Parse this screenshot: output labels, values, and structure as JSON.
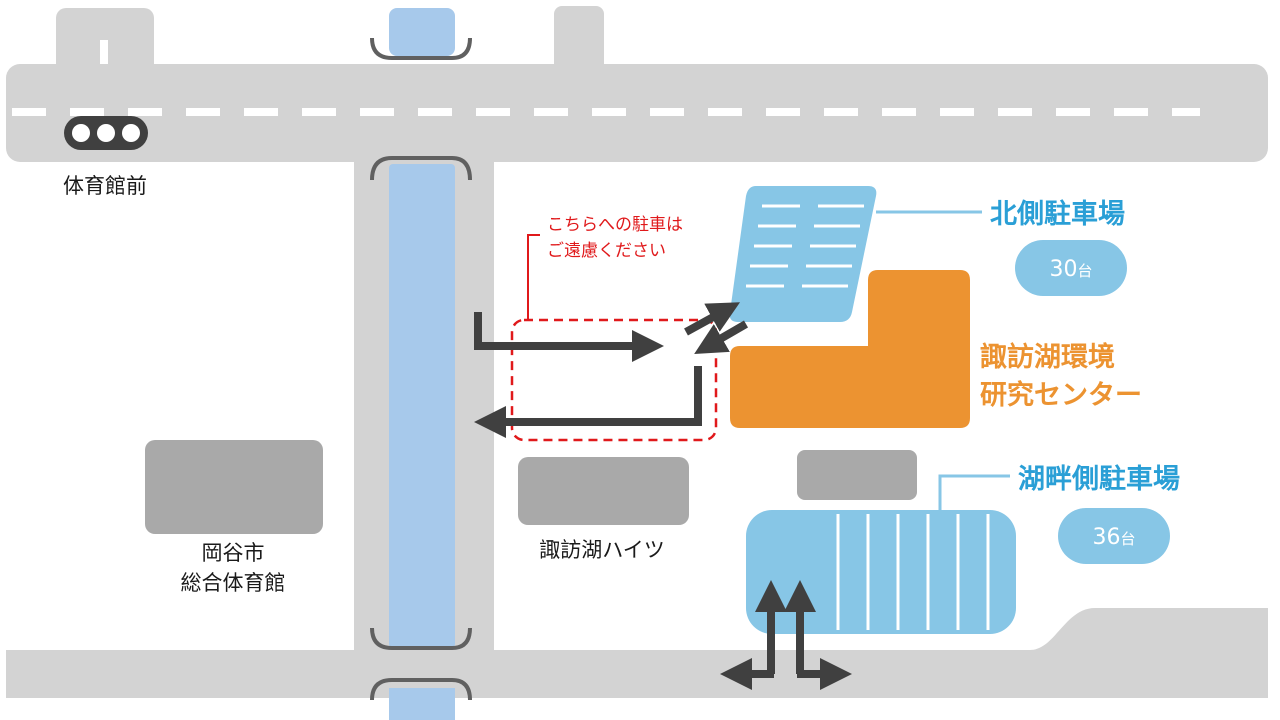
{
  "colors": {
    "road": "#d3d3d3",
    "building": "#a9a9a9",
    "river": "#a7c9eb",
    "parking": "#87c6e6",
    "facility": "#ec9331",
    "arrow": "#404040",
    "warning": "#e0191b",
    "label_blue": "#2a9fd6"
  },
  "labels": {
    "traffic_light": "体育館前",
    "gym_line1": "岡谷市",
    "gym_line2": "総合体育館",
    "heights": "諏訪湖ハイツ",
    "warning_line1": "こちらへの駐車は",
    "warning_line2": "ご遠慮ください",
    "north_lot": "北側駐車場",
    "north_lot_count": "30",
    "lakeside_lot": "湖畔側駐車場",
    "lakeside_lot_count": "36",
    "count_unit": "台",
    "center_line1": "諏訪湖環境",
    "center_line2": "研究センター"
  },
  "icons": {
    "traffic_light": "traffic-light-icon",
    "entry_arrows": "arrow-icon"
  }
}
